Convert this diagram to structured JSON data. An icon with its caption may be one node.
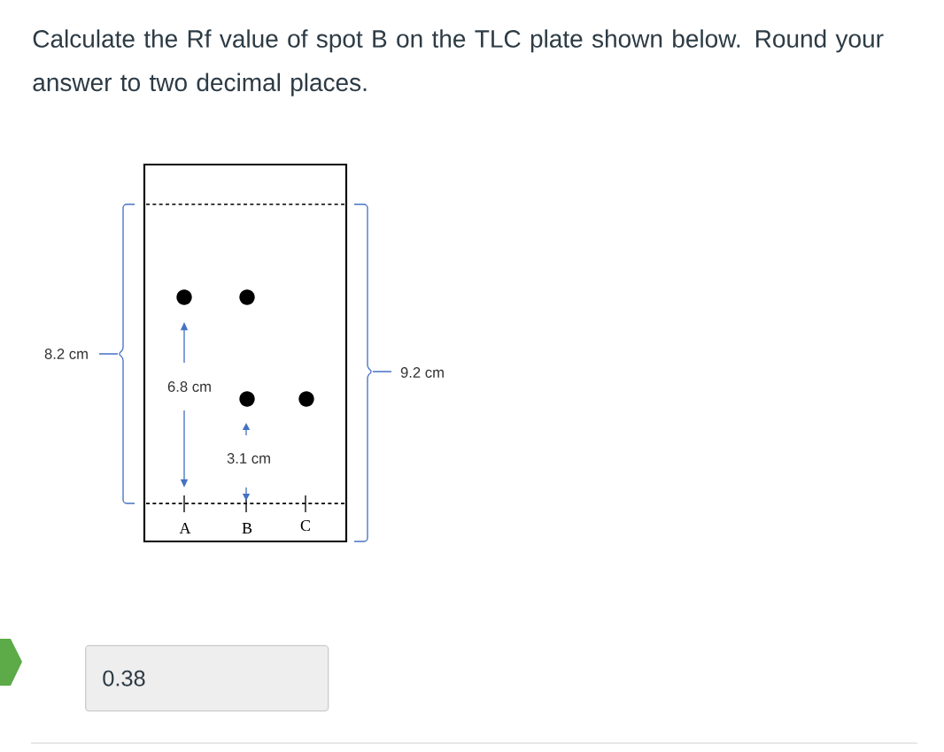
{
  "diagram": {
    "title": "Calculate the Rf value of spot B on the TLC plate shown below.  Round your answer to two decimal places.",
    "nodes": [
      {
        "text": [
          "0.38"
        ]
      }
    ],
    "labels": [
      "8.2 cm",
      "9.2 cm",
      "6.8 cm",
      "3.1 cm",
      "A",
      "B",
      "C"
    ]
  }
}
